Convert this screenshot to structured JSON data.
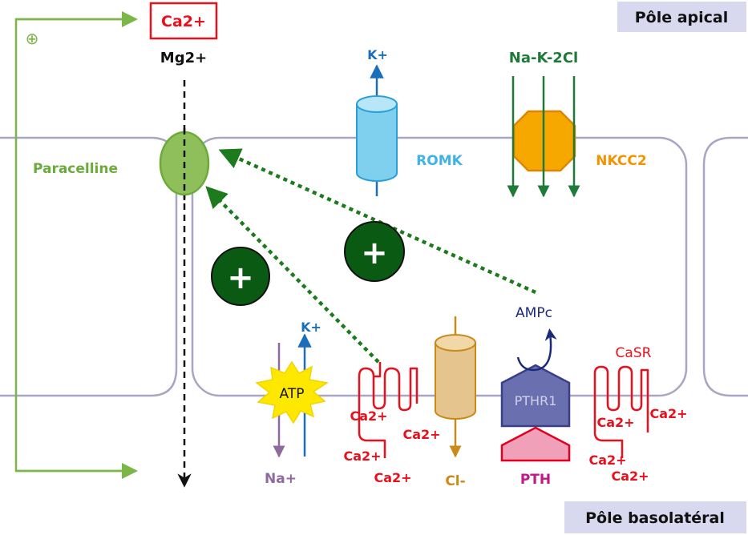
{
  "labels": {
    "pole_apical": "Pôle apical",
    "pole_basolateral": "Pôle basolatéral",
    "ca_box": "Ca2+",
    "mg": "Mg2+",
    "paracelline": "Paracelline",
    "k_top": "K+",
    "romk": "ROMK",
    "nak2cl": "Na-K-2Cl",
    "nkcc2": "NKCC2",
    "plus_small": "⊕",
    "plus_big_1": "+",
    "plus_big_2": "+",
    "atp": "ATP",
    "k_bottom": "K+",
    "na": "Na+",
    "cl": "Cl-",
    "ampc": "AMPc",
    "pthr1": "PTHR1",
    "pth": "PTH",
    "casr": "CaSR",
    "ca_list_left": [
      "Ca2+",
      "Ca2+",
      "Ca2+",
      "Ca2+"
    ],
    "ca_list_right": [
      "Ca2+",
      "Ca2+",
      "Ca2+",
      "Ca2+"
    ]
  },
  "colors": {
    "membrane": "#a8a6c2",
    "green_line": "#7ab648",
    "paracelline_fill": "#8fbf5a",
    "paracelline_stroke": "#6aab3a",
    "dark_green": "#0a5a14",
    "dotted_green": "#1d7a1d",
    "romk_blue": "#7fcfee",
    "romk_stroke": "#2aa0d6",
    "k_blue": "#1b6fb8",
    "nkcc_orange": "#f6a800",
    "nkcc_stroke": "#d98800",
    "nkcc_green": "#1f7a3a",
    "atp_yellow": "#ffe800",
    "na_purple": "#8e6a9e",
    "cl_orange": "#c98a1a",
    "chan_fill": "#e6c48e",
    "pthr1_fill": "#6a6fb0",
    "pthr1_stroke": "#3a3f8a",
    "pth_fill": "#f0a0b8",
    "pth_stroke": "#e00020",
    "pth_text": "#c0198a",
    "red": "#e8101c",
    "navy": "#1c2a7a",
    "pole_box": "#d8d8ee"
  }
}
